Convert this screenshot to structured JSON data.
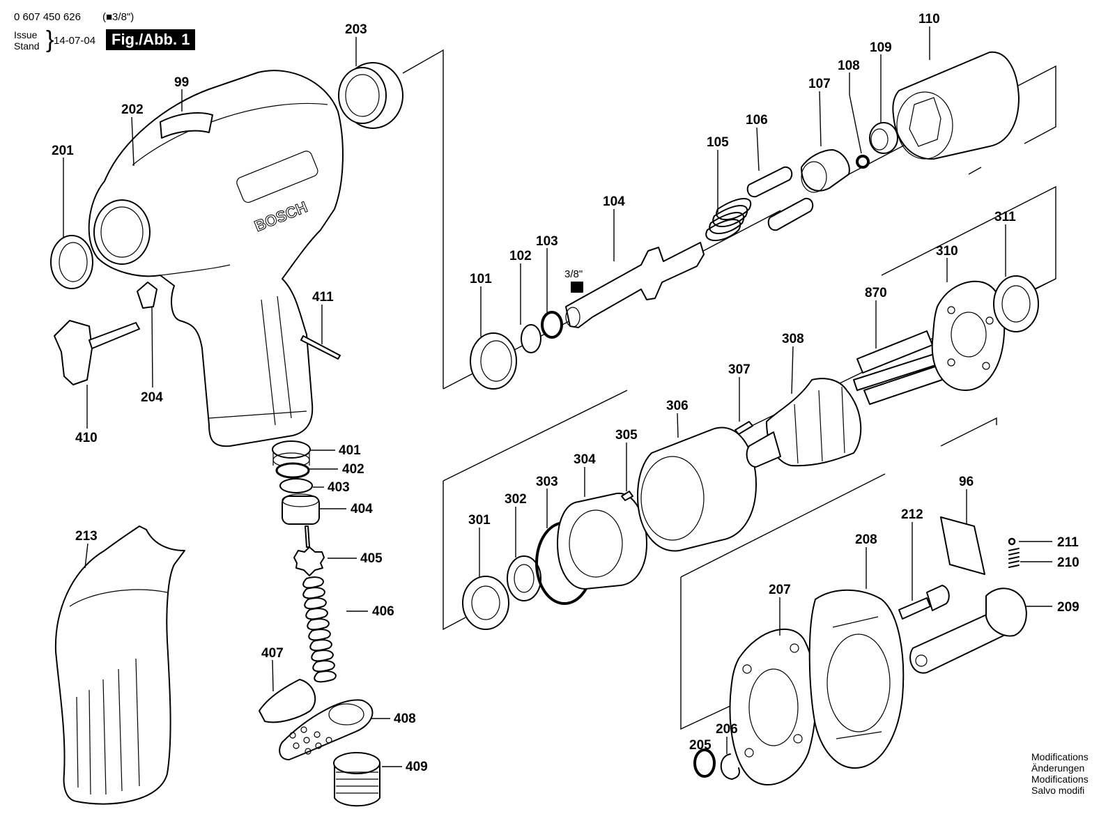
{
  "header": {
    "doc_number": "0 607 450 626",
    "drive_size": "(■3/8\")",
    "issue_label": "Issue\nStand",
    "issue_date": "14-07-04",
    "figure": "Fig./Abb. 1"
  },
  "footer": {
    "modifications": "Modifications\nÄnderungen\nModifications\nSalvo modifi"
  },
  "housing": {
    "brand": "BOSCH"
  },
  "drive_marker": {
    "text": "3/8\""
  },
  "parts": [
    {
      "id": "p203",
      "label": "203"
    },
    {
      "id": "p99",
      "label": "99"
    },
    {
      "id": "p202",
      "label": "202"
    },
    {
      "id": "p201",
      "label": "201"
    },
    {
      "id": "p204",
      "label": "204"
    },
    {
      "id": "p410",
      "label": "410"
    },
    {
      "id": "p411",
      "label": "411"
    },
    {
      "id": "p401",
      "label": "401"
    },
    {
      "id": "p402",
      "label": "402"
    },
    {
      "id": "p403",
      "label": "403"
    },
    {
      "id": "p404",
      "label": "404"
    },
    {
      "id": "p405",
      "label": "405"
    },
    {
      "id": "p406",
      "label": "406"
    },
    {
      "id": "p407",
      "label": "407"
    },
    {
      "id": "p408",
      "label": "408"
    },
    {
      "id": "p409",
      "label": "409"
    },
    {
      "id": "p213",
      "label": "213"
    },
    {
      "id": "p110",
      "label": "110"
    },
    {
      "id": "p109",
      "label": "109"
    },
    {
      "id": "p108",
      "label": "108"
    },
    {
      "id": "p107",
      "label": "107"
    },
    {
      "id": "p106",
      "label": "106"
    },
    {
      "id": "p105",
      "label": "105"
    },
    {
      "id": "p104",
      "label": "104"
    },
    {
      "id": "p103",
      "label": "103"
    },
    {
      "id": "p102",
      "label": "102"
    },
    {
      "id": "p101",
      "label": "101"
    },
    {
      "id": "p311",
      "label": "311"
    },
    {
      "id": "p310",
      "label": "310"
    },
    {
      "id": "p870",
      "label": "870"
    },
    {
      "id": "p308",
      "label": "308"
    },
    {
      "id": "p307",
      "label": "307"
    },
    {
      "id": "p306",
      "label": "306"
    },
    {
      "id": "p305",
      "label": "305"
    },
    {
      "id": "p304",
      "label": "304"
    },
    {
      "id": "p303",
      "label": "303"
    },
    {
      "id": "p302",
      "label": "302"
    },
    {
      "id": "p301",
      "label": "301"
    },
    {
      "id": "p96",
      "label": "96"
    },
    {
      "id": "p212",
      "label": "212"
    },
    {
      "id": "p208",
      "label": "208"
    },
    {
      "id": "p211",
      "label": "211"
    },
    {
      "id": "p210",
      "label": "210"
    },
    {
      "id": "p209",
      "label": "209"
    },
    {
      "id": "p207",
      "label": "207"
    },
    {
      "id": "p206",
      "label": "206"
    },
    {
      "id": "p205",
      "label": "205"
    }
  ]
}
